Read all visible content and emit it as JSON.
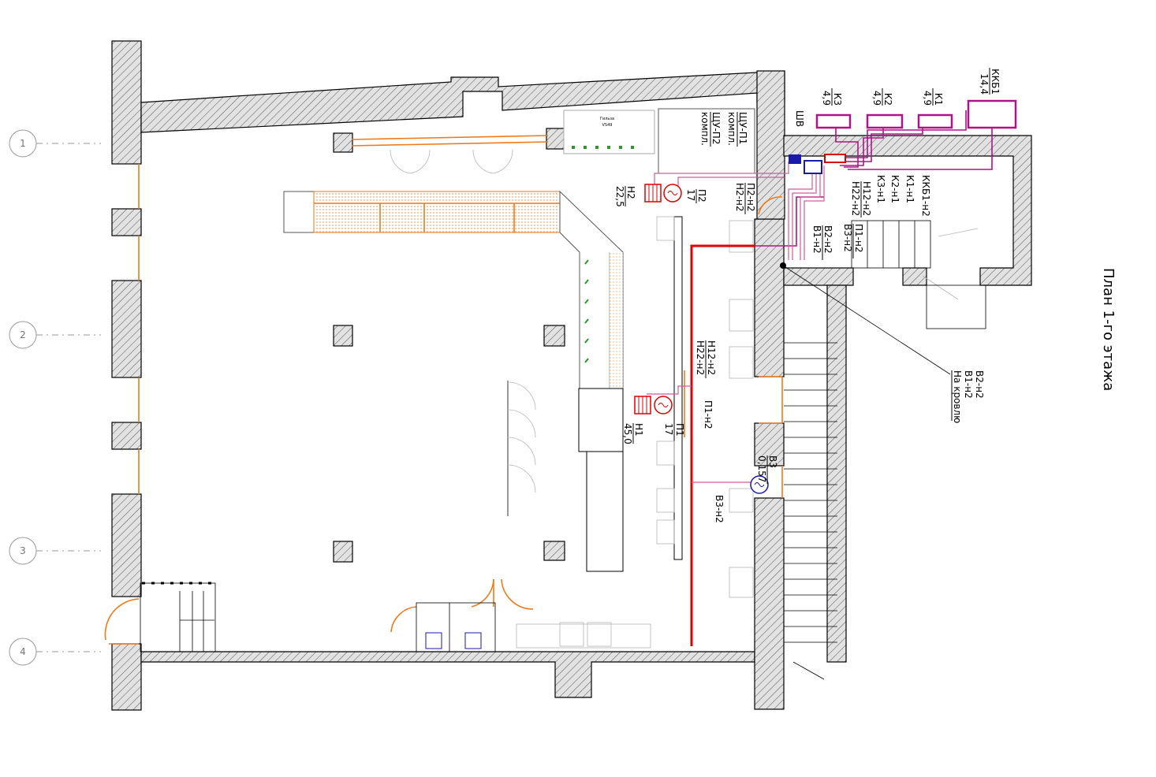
{
  "plan_title": "План 1-го этажа",
  "axes": [
    "1",
    "2",
    "3",
    "4"
  ],
  "tags": {
    "kkb1": {
      "name": "ККБ1",
      "value": "14,4"
    },
    "k1": {
      "name": "К1",
      "value": "4,9"
    },
    "k2": {
      "name": "К2",
      "value": "4,9"
    },
    "k3": {
      "name": "К3",
      "value": "4,9"
    },
    "p2": {
      "name": "П2",
      "value": "17"
    },
    "n2": {
      "name": "Н2",
      "value": "22,5"
    },
    "p1": {
      "name": "П1",
      "value": "17"
    },
    "n1": {
      "name": "Н1",
      "value": "45,0"
    },
    "v3": {
      "name": "В3",
      "value": "0,157"
    }
  },
  "labels": {
    "shv": "ШВ",
    "shchu_p1": "ЩУ-П1",
    "shchu_p1_sub": "компл.",
    "shchu_p2": "ЩУ-П2",
    "shchu_p2_sub": "компл.",
    "kkb1_n2": "ККБ1-н2",
    "k1_n1": "К1-н1",
    "k2_n1": "К2-н1",
    "k3_n1": "К3-н1",
    "n12_n2": "Н12-н2",
    "n22_n2": "Н22-н2",
    "p2_n2": "П2-н2",
    "n2_n2": "Н2-н2",
    "p1_n2": "П1-н2",
    "v3_n2": "В3-н2",
    "v2_n2": "В2-н2",
    "v1_n2": "В1-н2",
    "na_krovlyu": "На кровлю",
    "v1_n2_b": "В1-н2",
    "v2_n2_b": "В2-н2",
    "n12_n2_mid": "Н12-н2",
    "n22_n2_mid": "Н22-н2",
    "p1_n2_mid": "П1-н2",
    "v3_n2_mid": "В3-н2"
  },
  "colors": {
    "wall_hatch": "#000000",
    "supply_duct": "#e00000",
    "refrigerant": "#b0128a",
    "window": "#f07a1a",
    "exhaust_fan": "#1a1aa8"
  }
}
